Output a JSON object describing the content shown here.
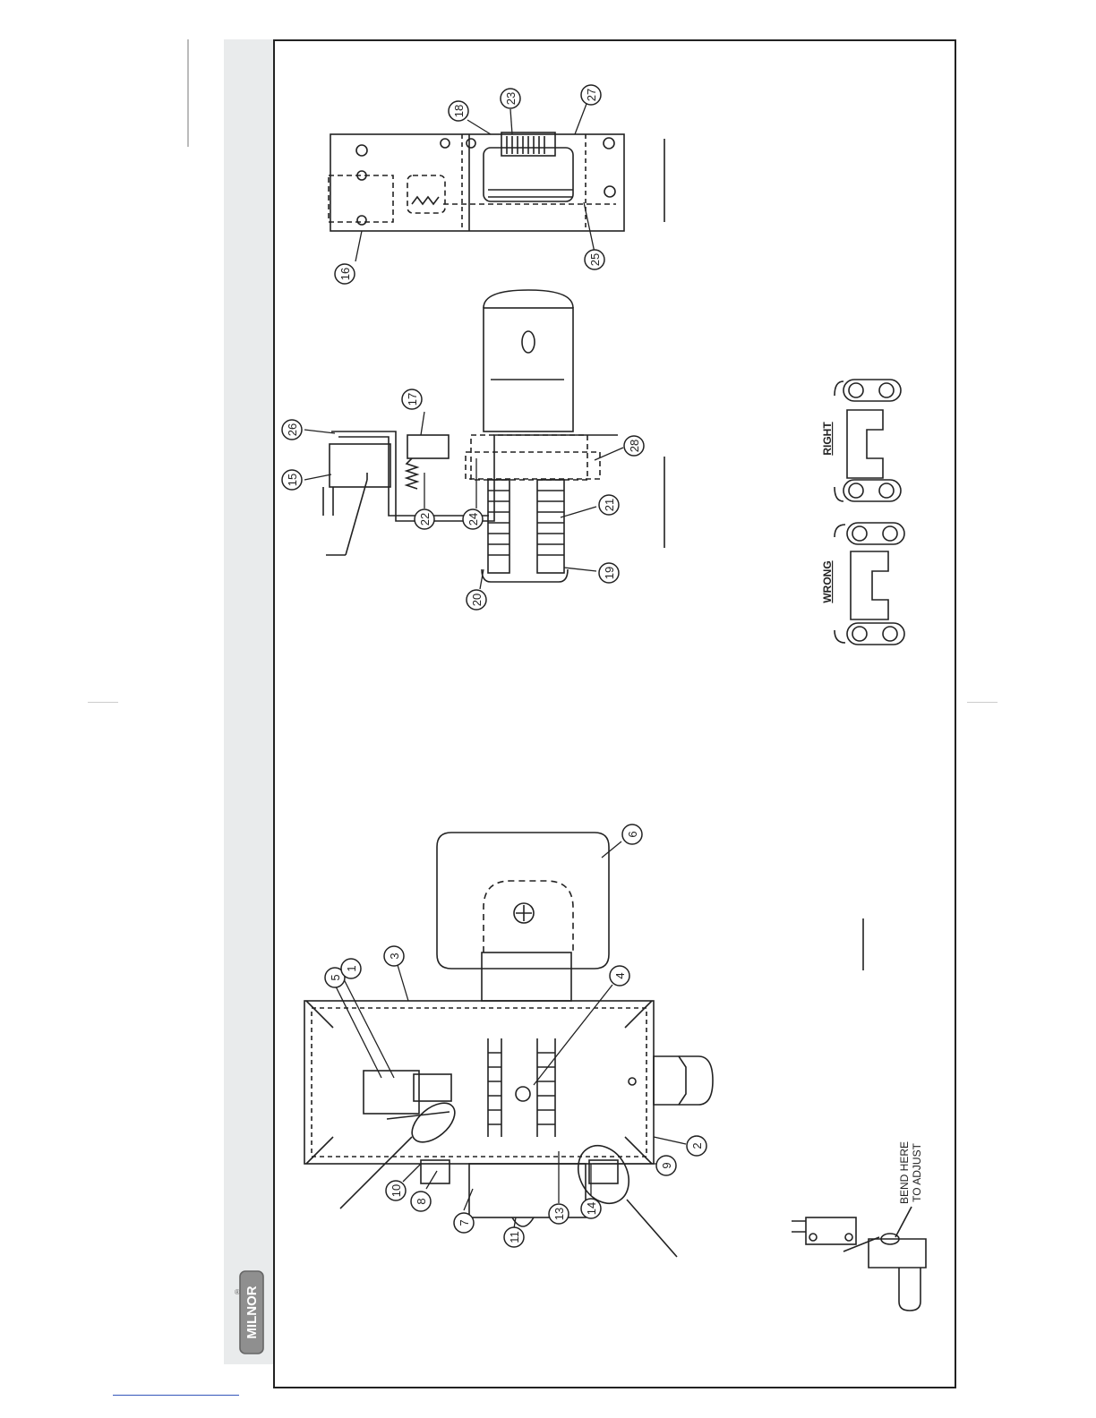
{
  "logo": {
    "text": "MILNOR",
    "mark": "®"
  },
  "callouts": {
    "c1": "1",
    "c2": "2",
    "c3": "3",
    "c4": "4",
    "c5": "5",
    "c6": "6",
    "c7": "7",
    "c8": "8",
    "c9": "9",
    "c10": "10",
    "c11": "11",
    "c13": "13",
    "c14": "14",
    "c15": "15",
    "c16": "16",
    "c17": "17",
    "c18": "18",
    "c19": "19",
    "c20": "20",
    "c21": "21",
    "c22": "22",
    "c23": "23",
    "c24": "24",
    "c25": "25",
    "c26": "26",
    "c27": "27",
    "c28": "28"
  },
  "labels": {
    "right": "RIGHT",
    "wrong": "WRONG",
    "bend_line1": "BEND HERE",
    "bend_line2": "TO ADJUST"
  }
}
